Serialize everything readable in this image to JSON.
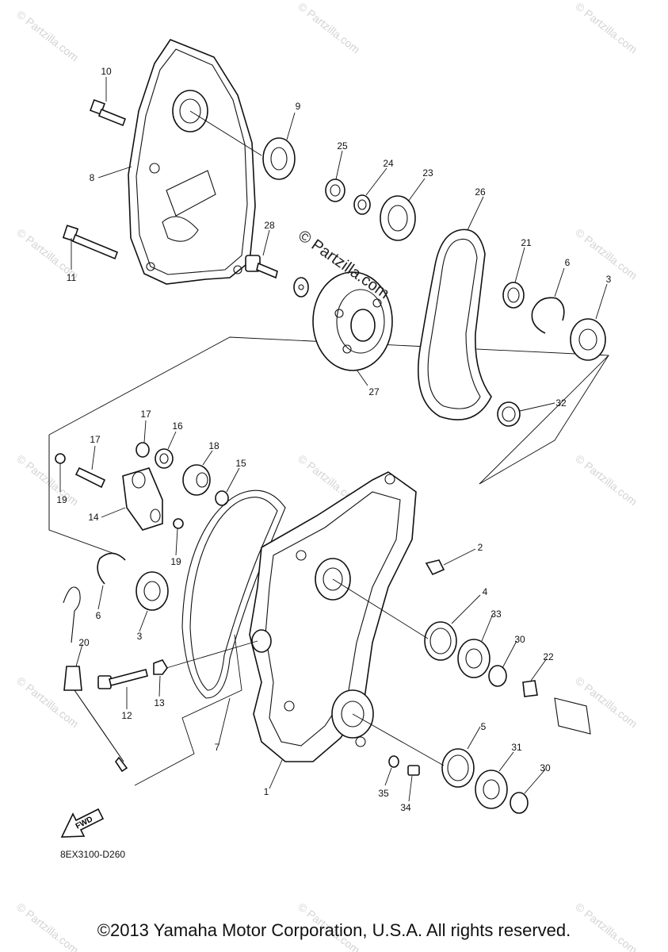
{
  "diagram": {
    "watermark_center": "© Partzilla.com",
    "watermark_tile": "© Partzilla.com",
    "diagram_code": "8EX3100-D260",
    "fwd_label": "FWD",
    "copyright": "©2013 Yamaha Motor Corporation, U.S.A. All rights reserved.",
    "callouts": [
      "10",
      "9",
      "8",
      "11",
      "28",
      "25",
      "24",
      "23",
      "26",
      "21",
      "6",
      "3",
      "27",
      "32",
      "17",
      "16",
      "18",
      "15",
      "17",
      "19",
      "14",
      "19",
      "2",
      "6",
      "3",
      "4",
      "33",
      "30",
      "22",
      "20",
      "12",
      "13",
      "7",
      "5",
      "31",
      "30",
      "1",
      "35",
      "34"
    ]
  }
}
